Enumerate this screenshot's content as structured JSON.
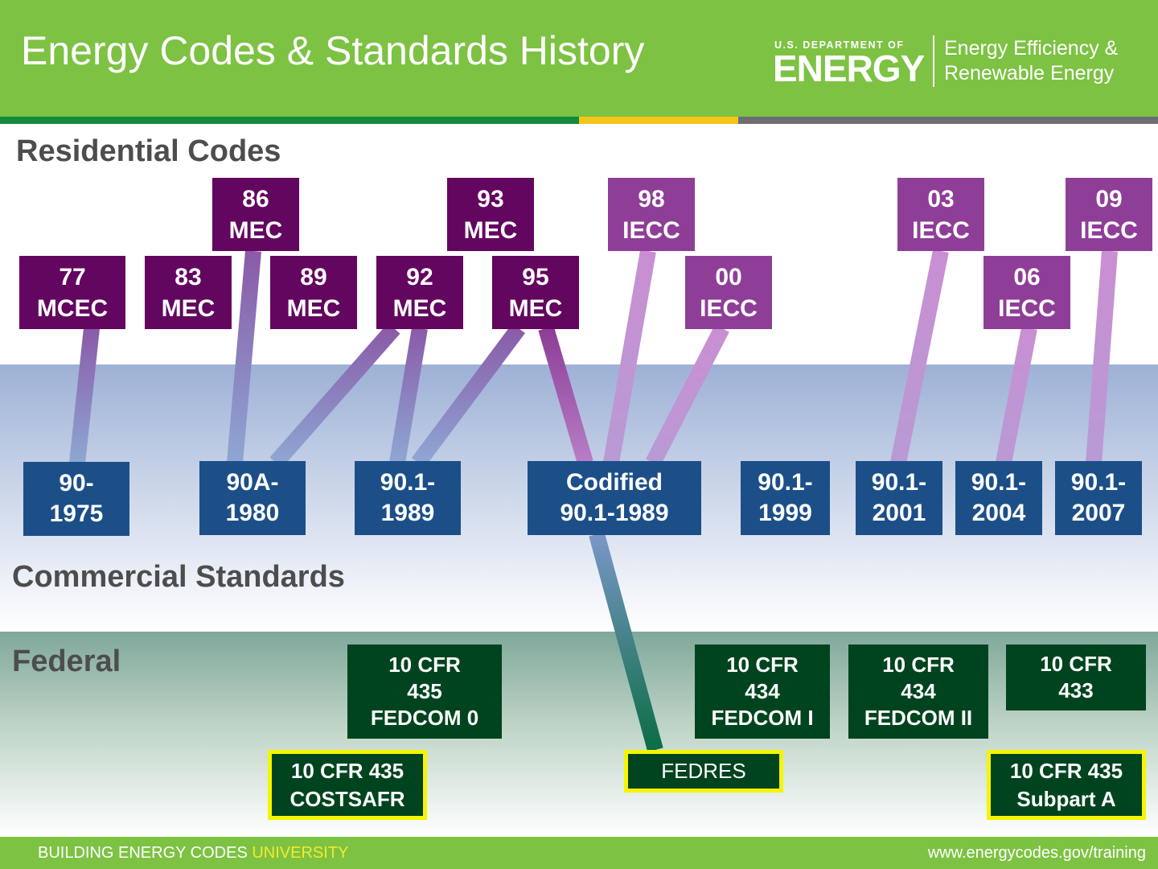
{
  "header": {
    "title": "Energy Codes & Standards History",
    "logo_department": "U.S. DEPARTMENT OF",
    "logo_energy": "ENERGY",
    "logo_office_line1": "Energy Efficiency &",
    "logo_office_line2": "Renewable Energy"
  },
  "sections": {
    "residential": "Residential Codes",
    "commercial": "Commercial Standards",
    "federal": "Federal"
  },
  "residential_codes": [
    "77\nMCEC",
    "83\nMEC",
    "86\nMEC",
    "89\nMEC",
    "92\nMEC",
    "93\nMEC",
    "95\nMEC",
    "98\nIECC",
    "00\nIECC",
    "03\nIECC",
    "06\nIECC",
    "09\nIECC"
  ],
  "commercial_standards": [
    "90-\n1975",
    "90A-\n1980",
    "90.1-\n1989",
    "Codified\n90.1-1989",
    "90.1-\n1999",
    "90.1-\n2001",
    "90.1-\n2004",
    "90.1-\n2007"
  ],
  "federal_rules": [
    "10 CFR\n435\nFEDCOM 0",
    "10 CFR\n434\nFEDCOM I",
    "10 CFR\n434\nFEDCOM II",
    "10 CFR\n433",
    "10 CFR 435\nCOSTSAFR",
    "FEDRES",
    "10 CFR 435\nSubpart A"
  ],
  "connections": [
    [
      "77\nMCEC",
      "90-\n1975"
    ],
    [
      "86\nMEC",
      "90A-\n1980"
    ],
    [
      "92\nMEC",
      "90A-\n1980"
    ],
    [
      "92\nMEC",
      "90.1-\n1989"
    ],
    [
      "95\nMEC",
      "90.1-\n1989"
    ],
    [
      "95\nMEC",
      "Codified\n90.1-1989"
    ],
    [
      "98\nIECC",
      "Codified\n90.1-1989"
    ],
    [
      "00\nIECC",
      "Codified\n90.1-1989"
    ],
    [
      "Codified\n90.1-1989",
      "FEDRES"
    ],
    [
      "03\nIECC",
      "90.1-\n2001"
    ],
    [
      "06\nIECC",
      "90.1-\n2004"
    ],
    [
      "09\nIECC",
      "90.1-\n2007"
    ]
  ],
  "footer": {
    "left_main": "BUILDING ENERGY CODES ",
    "left_accent": "UNIVERSITY",
    "right": "www.energycodes.gov/training"
  },
  "colors": {
    "header_green": "#7dc243",
    "residential_purple": "#63065f",
    "commercial_blue": "#1c4f88",
    "federal_green": "#00441f",
    "highlight_yellow": "#f5f500"
  }
}
